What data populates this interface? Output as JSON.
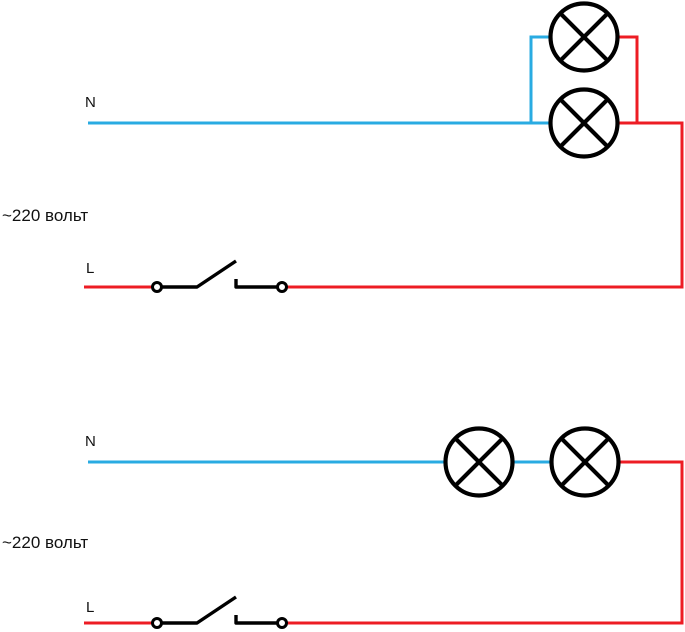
{
  "diagram": {
    "type": "electrical wiring diagram",
    "background": "#ffffff",
    "colors": {
      "neutral_wire": "#29abe2",
      "line_wire": "#ed1c24",
      "component": "#000000",
      "label_text": "#111111"
    },
    "circuits": [
      {
        "name": "two lamps connected in parallel",
        "connection": "parallel",
        "lamp_count": 2,
        "switch_state": "open",
        "labels": {
          "neutral": "N",
          "line": "L",
          "voltage": "~220 вольт"
        }
      },
      {
        "name": "two lamps connected in series",
        "connection": "series",
        "lamp_count": 2,
        "switch_state": "open",
        "labels": {
          "neutral": "N",
          "line": "L",
          "voltage": "~220 вольт"
        }
      }
    ]
  }
}
